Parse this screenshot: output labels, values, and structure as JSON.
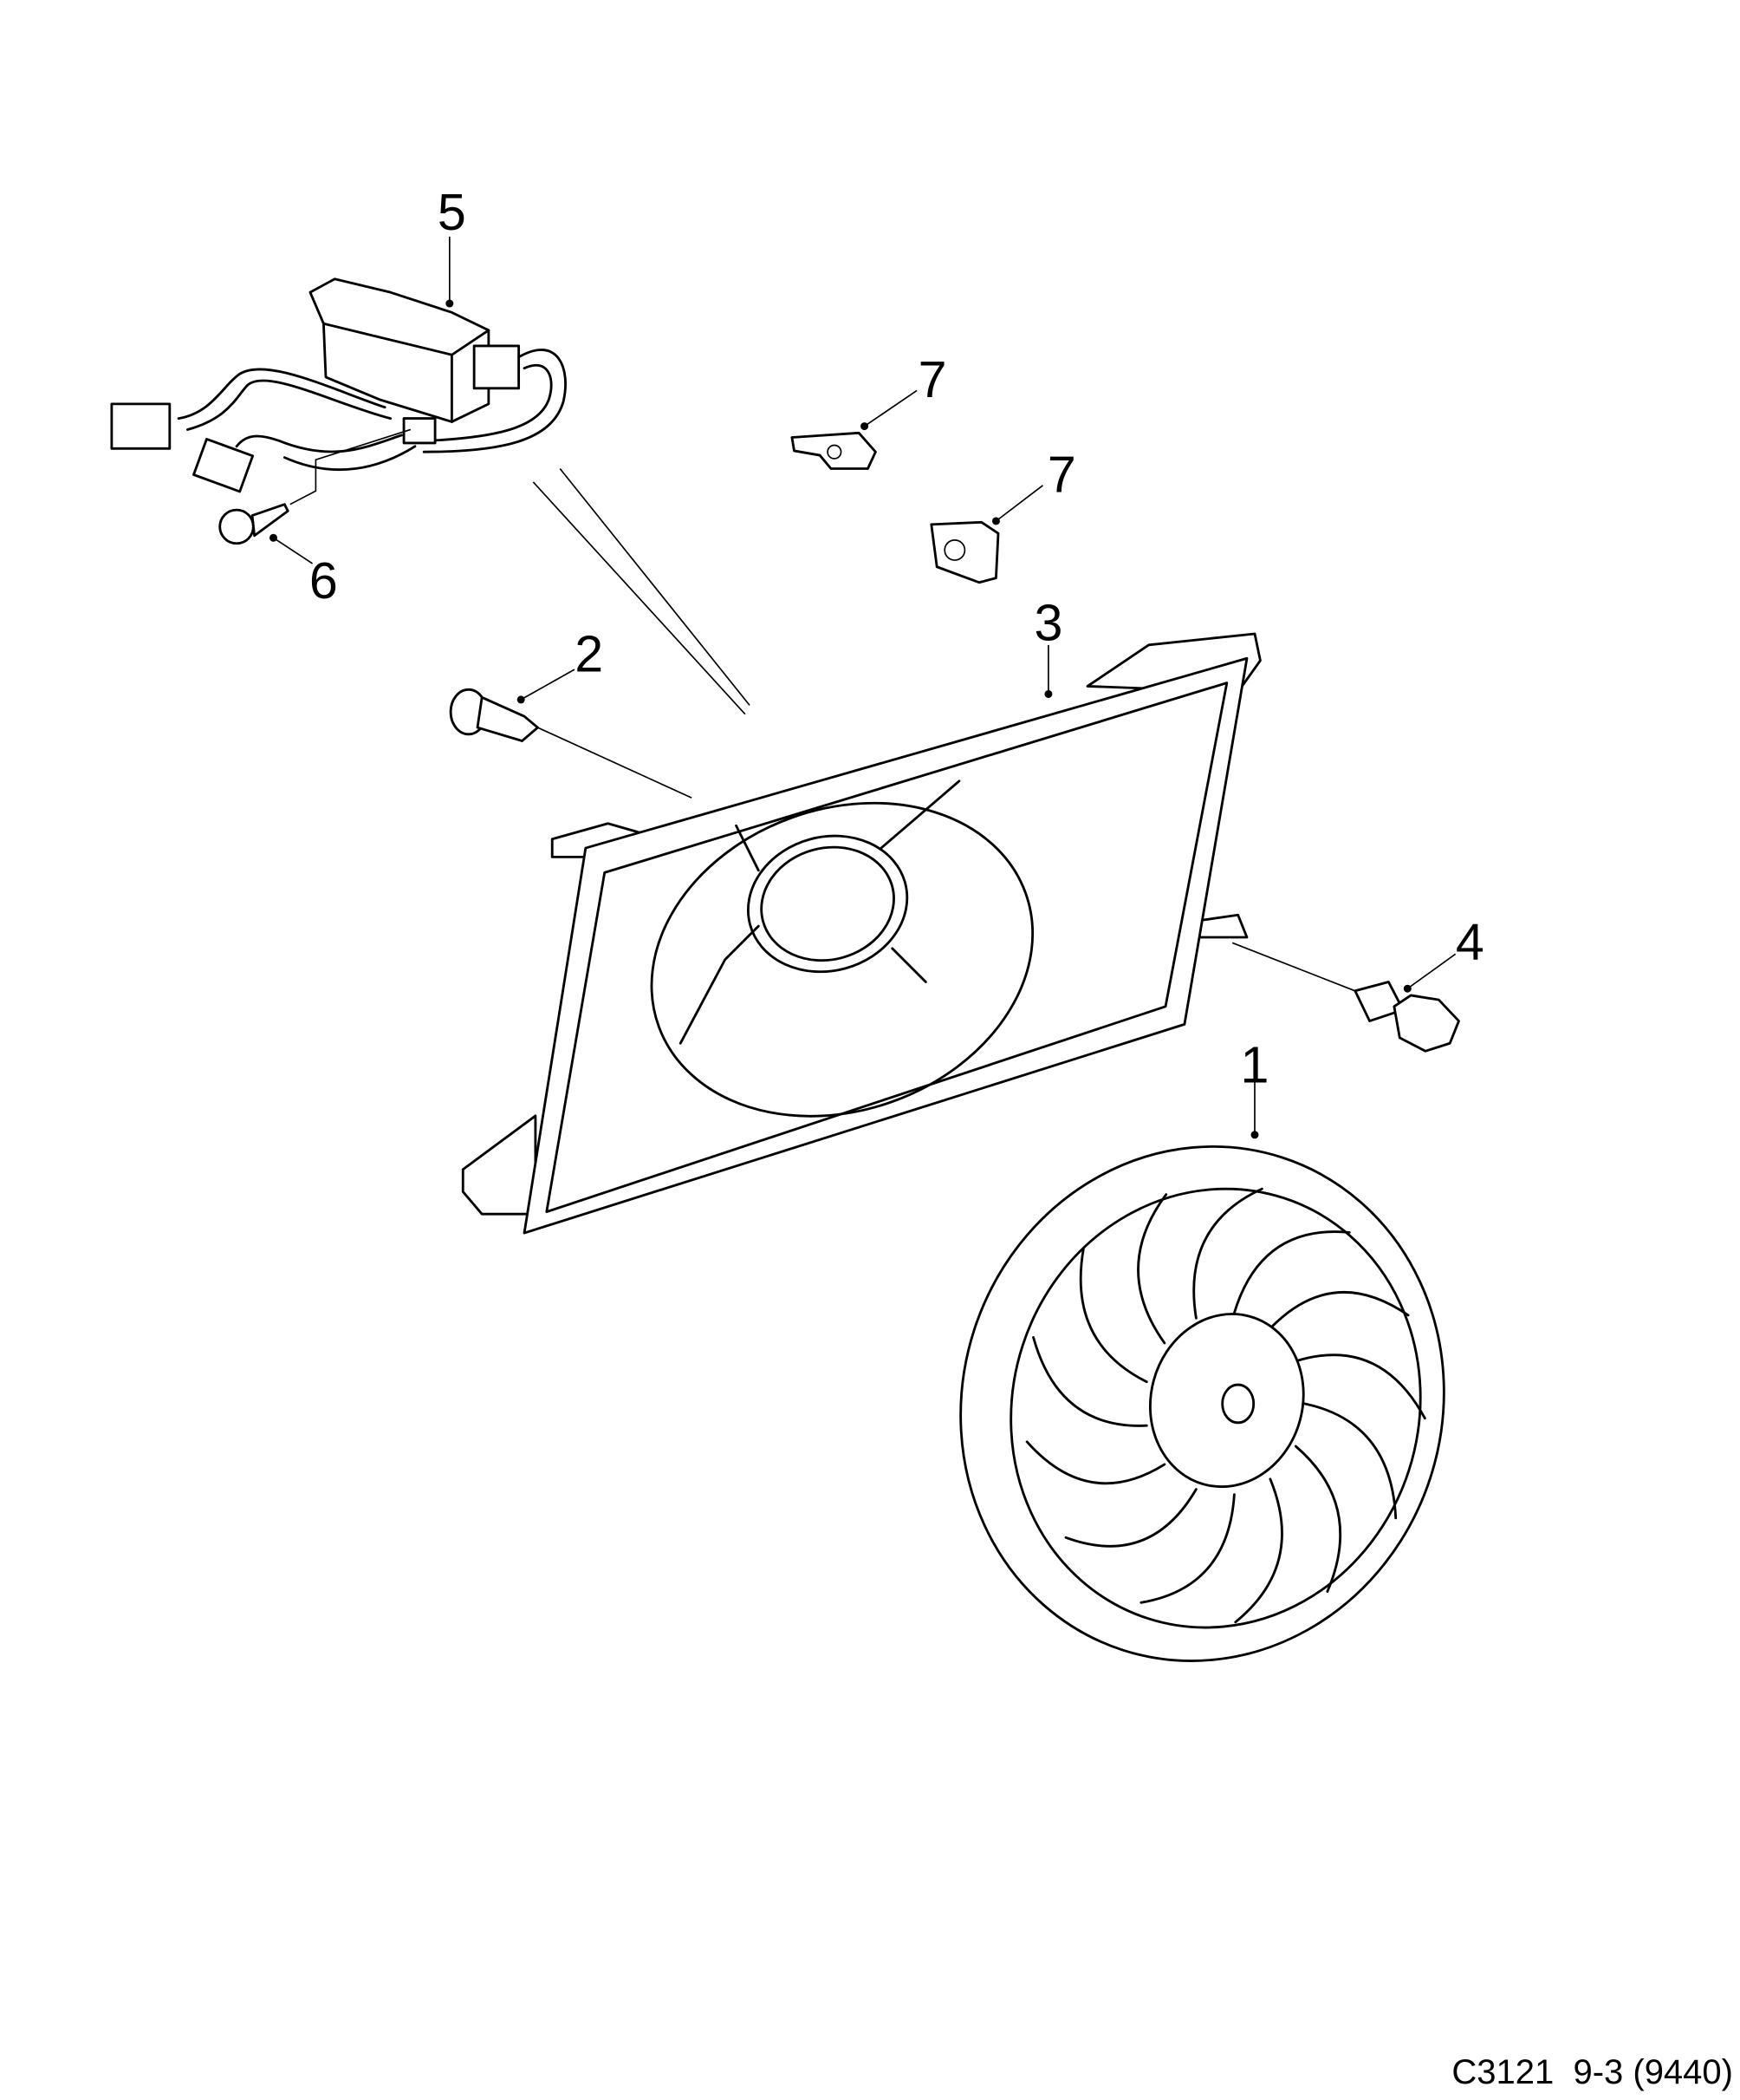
{
  "callouts": {
    "fan": "1",
    "bolt": "2",
    "shroud": "3",
    "screw_right": "4",
    "resistor_harness": "5",
    "screw_small": "6",
    "clip_nut_a": "7",
    "clip_nut_b": "7"
  },
  "footer": {
    "text": "C3121  9-3 (9440)"
  }
}
